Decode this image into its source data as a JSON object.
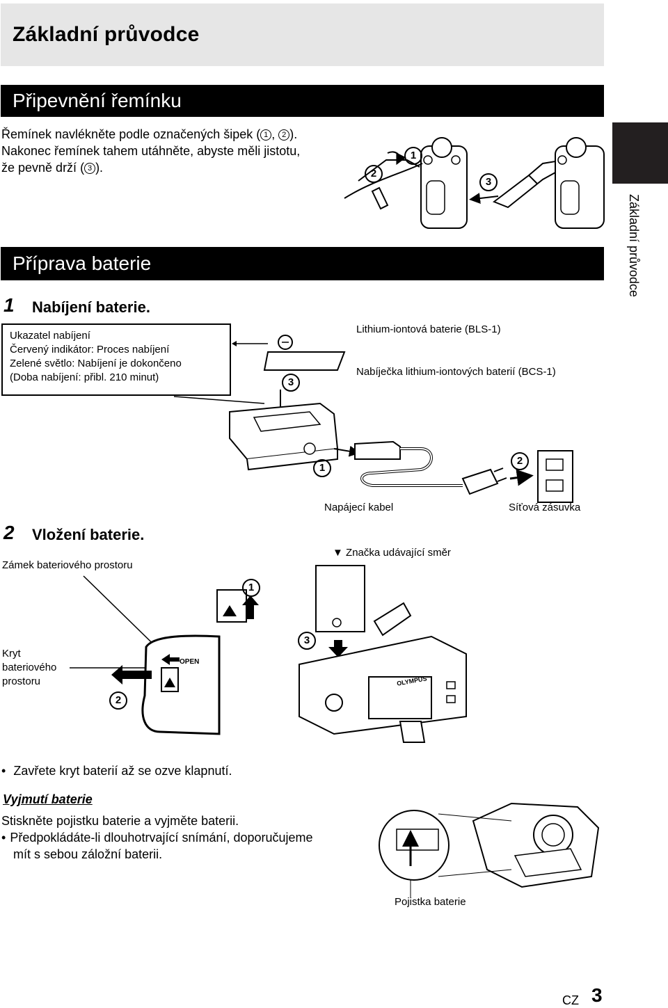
{
  "header": {
    "title": "Základní průvodce"
  },
  "section_strap": {
    "title": "Připevnění řemínku",
    "text_line1": "Řemínek navlékněte podle označených šipek (",
    "text_line1_n1": "1",
    "text_line1_sep": ", ",
    "text_line1_n2": "2",
    "text_line1_end": ").",
    "text_line2": "Nakonec řemínek tahem utáhněte, abyste měli jistotu,",
    "text_line3_start": "že pevně drží (",
    "text_line3_n3": "3",
    "text_line3_end": ")."
  },
  "section_battery": {
    "title": "Příprava baterie",
    "step1": {
      "number": "1",
      "title": "Nabíjení baterie.",
      "box_lines": [
        "Ukazatel nabíjení",
        "Červený indikátor: Proces nabíjení",
        "Zelené světlo: Nabíjení je dokončeno",
        "(Doba nabíjení: přibl. 210 minut)"
      ],
      "label_battery": "Lithium-iontová baterie (BLS-1)",
      "label_charger": "Nabíječka lithium-iontových baterií (BCS-1)",
      "label_cable": "Napájecí kabel",
      "label_outlet": "Síťová zásuvka"
    },
    "step2": {
      "number": "2",
      "title": "Vložení baterie.",
      "label_lock": "Zámek bateriového prostoru",
      "label_cover": [
        "Kryt",
        "bateriového",
        "prostoru"
      ],
      "label_direction": "Značka udávající směr",
      "open_text": "OPEN",
      "brand_text": "OLYMPUS",
      "bullet": "Zavřete kryt baterií až se ozve klapnutí."
    },
    "removal": {
      "title": "Vyjmutí baterie",
      "text": "Stiskněte pojistku baterie a vyjměte baterii.",
      "bullet_line1": "Předpokládáte-li dlouhotrvající snímání, doporučujeme",
      "bullet_line2": "mít s sebou záložní baterii.",
      "label_latch": "Pojistka baterie"
    }
  },
  "markers": {
    "m1": "1",
    "m2": "2",
    "m3": "3"
  },
  "side_tab": {
    "label": "Základní průvodce"
  },
  "footer": {
    "lang": "CZ",
    "page": "3"
  }
}
